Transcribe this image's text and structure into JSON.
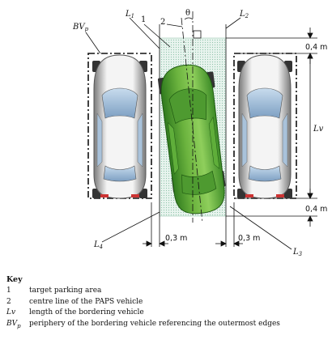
{
  "figure": {
    "callouts": {
      "bvp_main": "BV",
      "bvp_sub": "p",
      "l1_main": "L",
      "l1_sub": "1",
      "l2_main": "L",
      "l2_sub": "2",
      "l3_main": "L",
      "l3_sub": "3",
      "l4_main": "L",
      "l4_sub": "4",
      "target_area": "1",
      "centre_line": "2",
      "angle": "θ",
      "lv": "Lv"
    },
    "dimensions": {
      "top_margin": "0,4 m",
      "bottom_margin": "0,4 m",
      "left_gap": "0,3 m",
      "right_gap": "0,3 m"
    },
    "colors": {
      "paps_vehicle": "#6bb33e",
      "paps_vehicle_dark": "#2f7a1e",
      "parking_area": "#d7ece2",
      "bordering_vehicle_body": "#f2f2f2",
      "bordering_vehicle_glass": "#9fbcd6",
      "tire": "#333333"
    }
  },
  "key": {
    "title": "Key",
    "items": [
      {
        "symbol": "1",
        "desc": "target parking area"
      },
      {
        "symbol": "2",
        "desc": "centre line of the PAPS vehicle"
      },
      {
        "symbol": "Lv",
        "desc": "length of the bordering vehicle"
      },
      {
        "symbol_main": "BV",
        "symbol_sub": "p",
        "desc": "periphery of the bordering vehicle referencing the outermost edges"
      }
    ]
  }
}
